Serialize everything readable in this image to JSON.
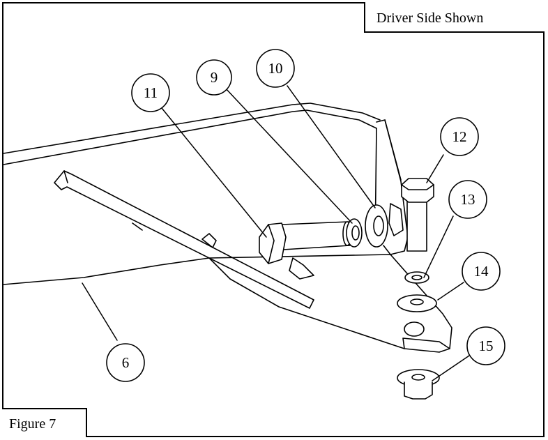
{
  "header": {
    "caption": "Driver Side Shown"
  },
  "figure": {
    "label": "Figure 7"
  },
  "callouts": [
    {
      "id": "callout-11",
      "number": "11"
    },
    {
      "id": "callout-9",
      "number": "9"
    },
    {
      "id": "callout-10",
      "number": "10"
    },
    {
      "id": "callout-12",
      "number": "12"
    },
    {
      "id": "callout-13",
      "number": "13"
    },
    {
      "id": "callout-14",
      "number": "14"
    },
    {
      "id": "callout-15",
      "number": "15"
    },
    {
      "id": "callout-6",
      "number": "6"
    }
  ]
}
